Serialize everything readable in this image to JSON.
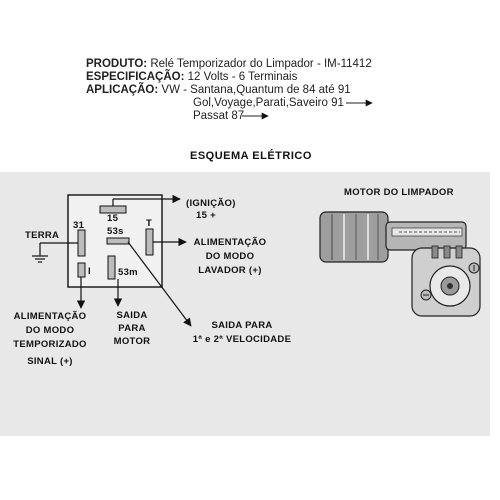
{
  "header": {
    "produto_label": "PRODUTO:",
    "produto_value": "Relé Temporizador do Limpador - IM-11412",
    "especificacao_label": "ESPECIFICAÇÃO:",
    "especificacao_value": "12 Volts - 6 Terminais",
    "aplicacao_label": "APLICAÇÃO:",
    "aplicacao_line1": "VW - Santana,Quantum  de 84 até 91",
    "aplicacao_line2": "Gol,Voyage,Parati,Saveiro 91",
    "aplicacao_line3": "Passat 87"
  },
  "diagram": {
    "title": "ESQUEMA ELÉTRICO",
    "motor_title": "MOTOR DO LIMPADOR",
    "terminals": {
      "t15": "15",
      "t53s": "53s",
      "t31": "31",
      "tT": "T",
      "tI": "I",
      "t53m": "53m"
    },
    "labels": {
      "ignicao_1": "(IGNIÇÃO)",
      "ignicao_2": "15 +",
      "terra": "TERRA",
      "alim_lavador_1": "ALIMENTAÇÃO",
      "alim_lavador_2": "DO  MODO",
      "alim_lavador_3": "LAVADOR  (+)",
      "alim_temp_1": "ALIMENTAÇÃO",
      "alim_temp_2": "DO  MODO",
      "alim_temp_3": "TEMPORIZADO",
      "alim_temp_4": "SINAL  (+)",
      "saida_motor_1": "SAIDA",
      "saida_motor_2": "PARA",
      "saida_motor_3": "MOTOR",
      "saida_vel_1": "SAIDA PARA",
      "saida_vel_2": "1ª e 2ª VELOCIDADE"
    }
  }
}
